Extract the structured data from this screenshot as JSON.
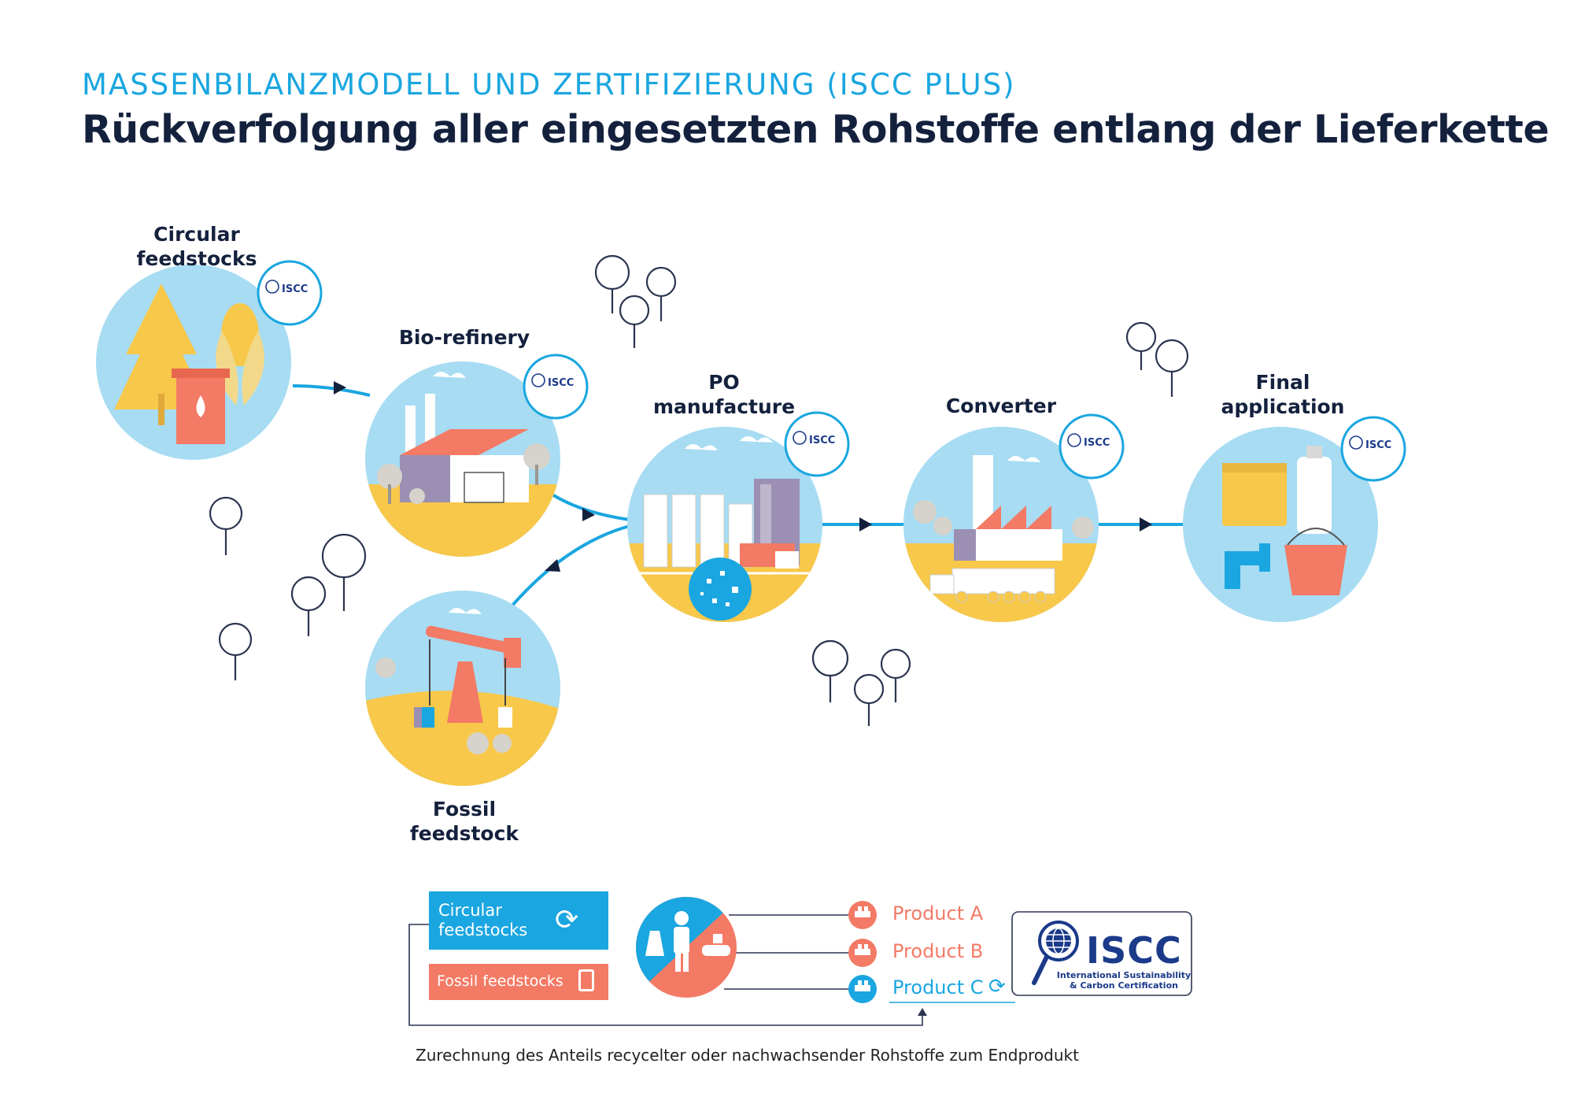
{
  "header": {
    "subtitle": "MASSENBILANZMODELL UND ZERTIFIZIERUNG (ISCC PLUS)",
    "title": "Rückverfolgung aller eingesetzten Rohstoffe entlang der Lieferkette"
  },
  "stages": {
    "circular": "Circular\nfeedstocks",
    "biorefinery": "Bio-refinery",
    "po": "PO\nmanufacture",
    "converter": "Converter",
    "final": "Final\napplication",
    "fossil": "Fossil\nfeedstock"
  },
  "badge": {
    "name": "ISCC",
    "sub": "International Sustainability & Carbon Certification"
  },
  "legend": {
    "circular": "Circular\nfeedstocks",
    "fossil": "Fossil feedstocks",
    "products": [
      "Product A",
      "Product B",
      "Product C"
    ]
  },
  "iscc_logo": {
    "name": "ISCC",
    "sub_line1": "International Sustainability",
    "sub_line2": "& Carbon Certification"
  },
  "footnote": "Zurechnung des Anteils recycelter oder nachwachsender Rohstoffe zum Endprodukt",
  "colors": {
    "navy": "#14213d",
    "blue": "#1aa6e0",
    "sky": "#a7dcf3",
    "yellow": "#f8c84a",
    "salmon": "#f37a65",
    "purple": "#9b8fb3"
  }
}
